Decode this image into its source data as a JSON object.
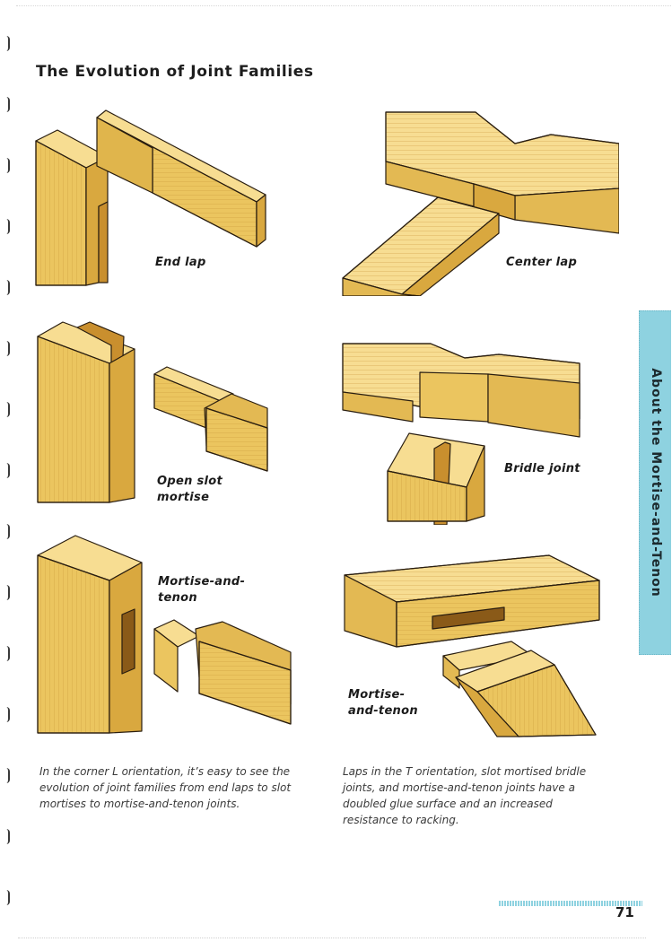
{
  "page": {
    "title": "The Evolution of Joint Families",
    "side_tab": "About the Mortise-and-Tenon",
    "page_number": "71"
  },
  "figures": {
    "end_lap": {
      "label": "End lap"
    },
    "center_lap": {
      "label": "Center lap"
    },
    "open_slot_mortise": {
      "label_line1": "Open slot",
      "label_line2": "mortise"
    },
    "bridle_joint": {
      "label": "Bridle joint"
    },
    "mortise_tenon_left": {
      "label_line1": "Mortise-and-",
      "label_line2": "tenon"
    },
    "mortise_tenon_right": {
      "label_line1": "Mortise-",
      "label_line2": "and-tenon"
    }
  },
  "captions": {
    "left": {
      "line1": "In the corner L orientation, it’s easy to see the",
      "line2": "evolution of joint families from end laps to slot",
      "line3": "mortises to mortise-and-tenon joints."
    },
    "right": {
      "line1": "Laps in the T orientation, slot mortised bridle",
      "line2": "joints, and mortise-and-tenon joints have a",
      "line3": "doubled glue surface and an increased",
      "line4": "resistance to racking."
    }
  },
  "colors": {
    "wood_top": "#f7dd92",
    "wood_face": "#ebc55f",
    "wood_side": "#d9a83f",
    "grain": "#c79336",
    "outline": "#2a1e10",
    "tab": "#8ed2e0"
  }
}
